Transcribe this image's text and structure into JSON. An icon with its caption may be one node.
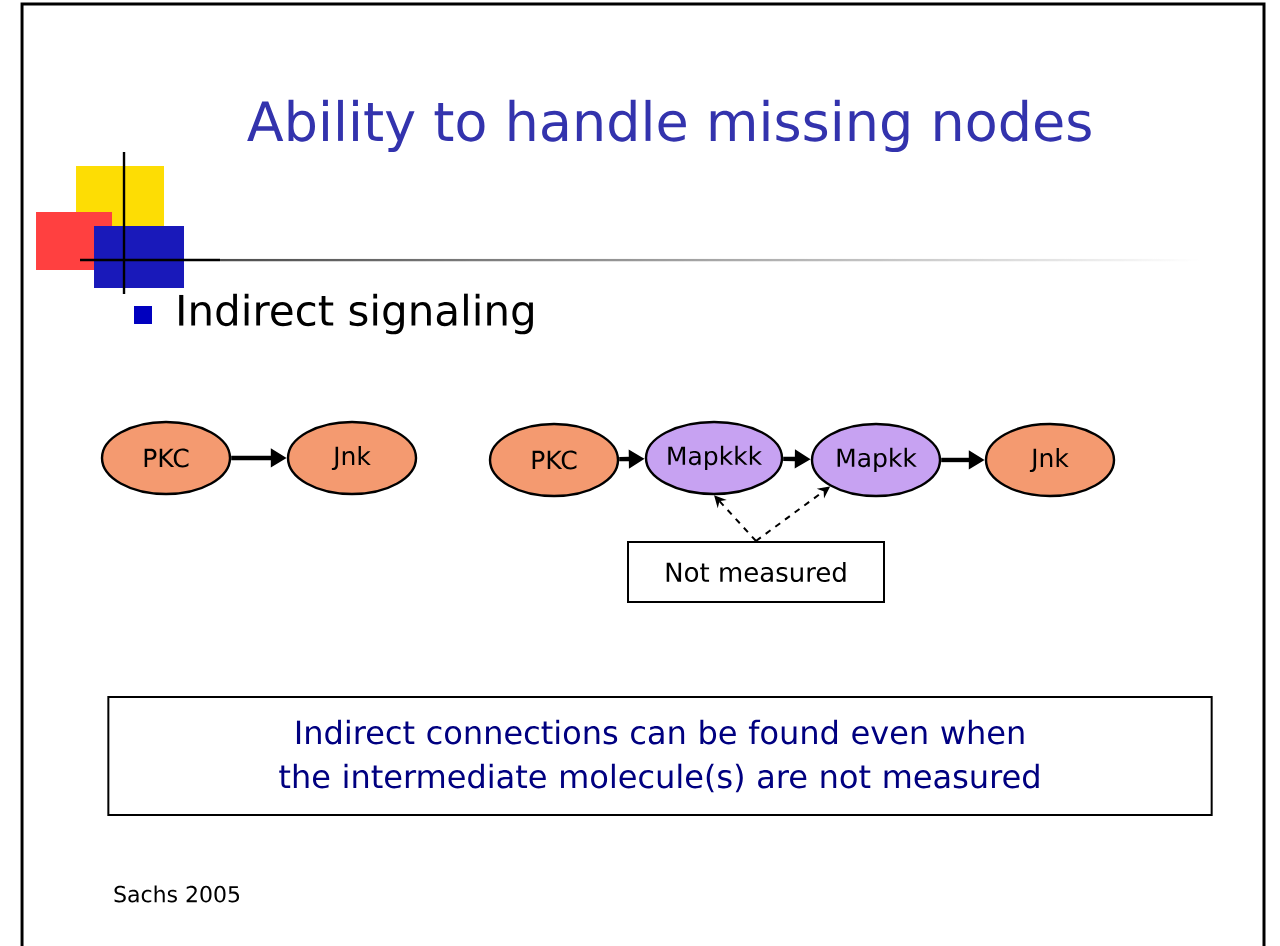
{
  "diagram": {
    "title": "Ability to handle missing nodes",
    "nodes": [
      {
        "text": [
          "PKC"
        ]
      },
      {
        "text": [
          "Jnk"
        ]
      },
      {
        "text": [
          "PKC"
        ]
      },
      {
        "text": [
          "Mapkkk"
        ]
      },
      {
        "text": [
          "Mapkk"
        ]
      },
      {
        "text": [
          "Jnk"
        ]
      },
      {
        "text": [
          "Not measured"
        ]
      },
      {
        "text": [
          "Indirect connections can be found even when the intermediate molecule(s) are not measured"
        ]
      }
    ],
    "edges": [
      {
        "from": 0,
        "to": 1,
        "arrow": "to"
      },
      {
        "from": 2,
        "to": 3,
        "arrow": "to"
      },
      {
        "from": 3,
        "to": 4,
        "arrow": "to"
      },
      {
        "from": 4,
        "to": 5,
        "arrow": "to"
      },
      {
        "from": 6,
        "to": 3,
        "arrow": "to",
        "style": "dashed"
      },
      {
        "from": 6,
        "to": 4,
        "arrow": "to",
        "style": "dashed"
      }
    ],
    "labels": [
      "Indirect signaling",
      "Sachs 2005"
    ]
  }
}
